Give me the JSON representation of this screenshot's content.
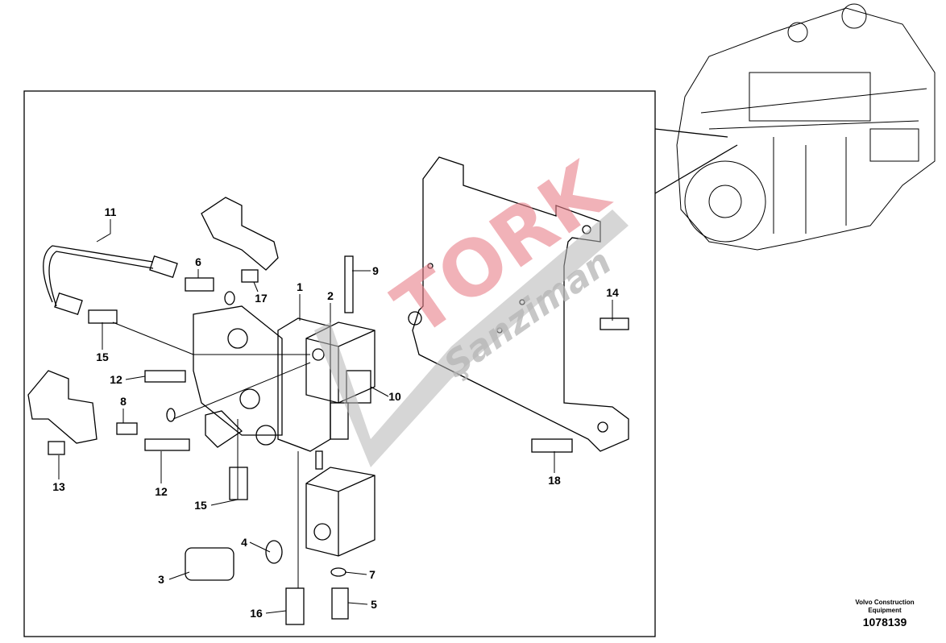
{
  "diagram": {
    "callouts": [
      {
        "id": "c11",
        "label": "11"
      },
      {
        "id": "c6",
        "label": "6"
      },
      {
        "id": "c17",
        "label": "17"
      },
      {
        "id": "c1",
        "label": "1"
      },
      {
        "id": "c2",
        "label": "2"
      },
      {
        "id": "c9",
        "label": "9"
      },
      {
        "id": "c14",
        "label": "14"
      },
      {
        "id": "c15a",
        "label": "15"
      },
      {
        "id": "c12a",
        "label": "12"
      },
      {
        "id": "c8",
        "label": "8"
      },
      {
        "id": "c10",
        "label": "10"
      },
      {
        "id": "c13",
        "label": "13"
      },
      {
        "id": "c12b",
        "label": "12"
      },
      {
        "id": "c15b",
        "label": "15"
      },
      {
        "id": "c18",
        "label": "18"
      },
      {
        "id": "c4",
        "label": "4"
      },
      {
        "id": "c7",
        "label": "7"
      },
      {
        "id": "c3",
        "label": "3"
      },
      {
        "id": "c5",
        "label": "5"
      },
      {
        "id": "c16",
        "label": "16"
      }
    ]
  },
  "credit": {
    "line1": "Volvo Construction",
    "line2": "Equipment",
    "number": "1078139"
  },
  "watermark": {
    "brand": "TORK",
    "sub": "şanziman",
    "color_red": "#e8808a",
    "color_gray": "#b5b5b5"
  }
}
